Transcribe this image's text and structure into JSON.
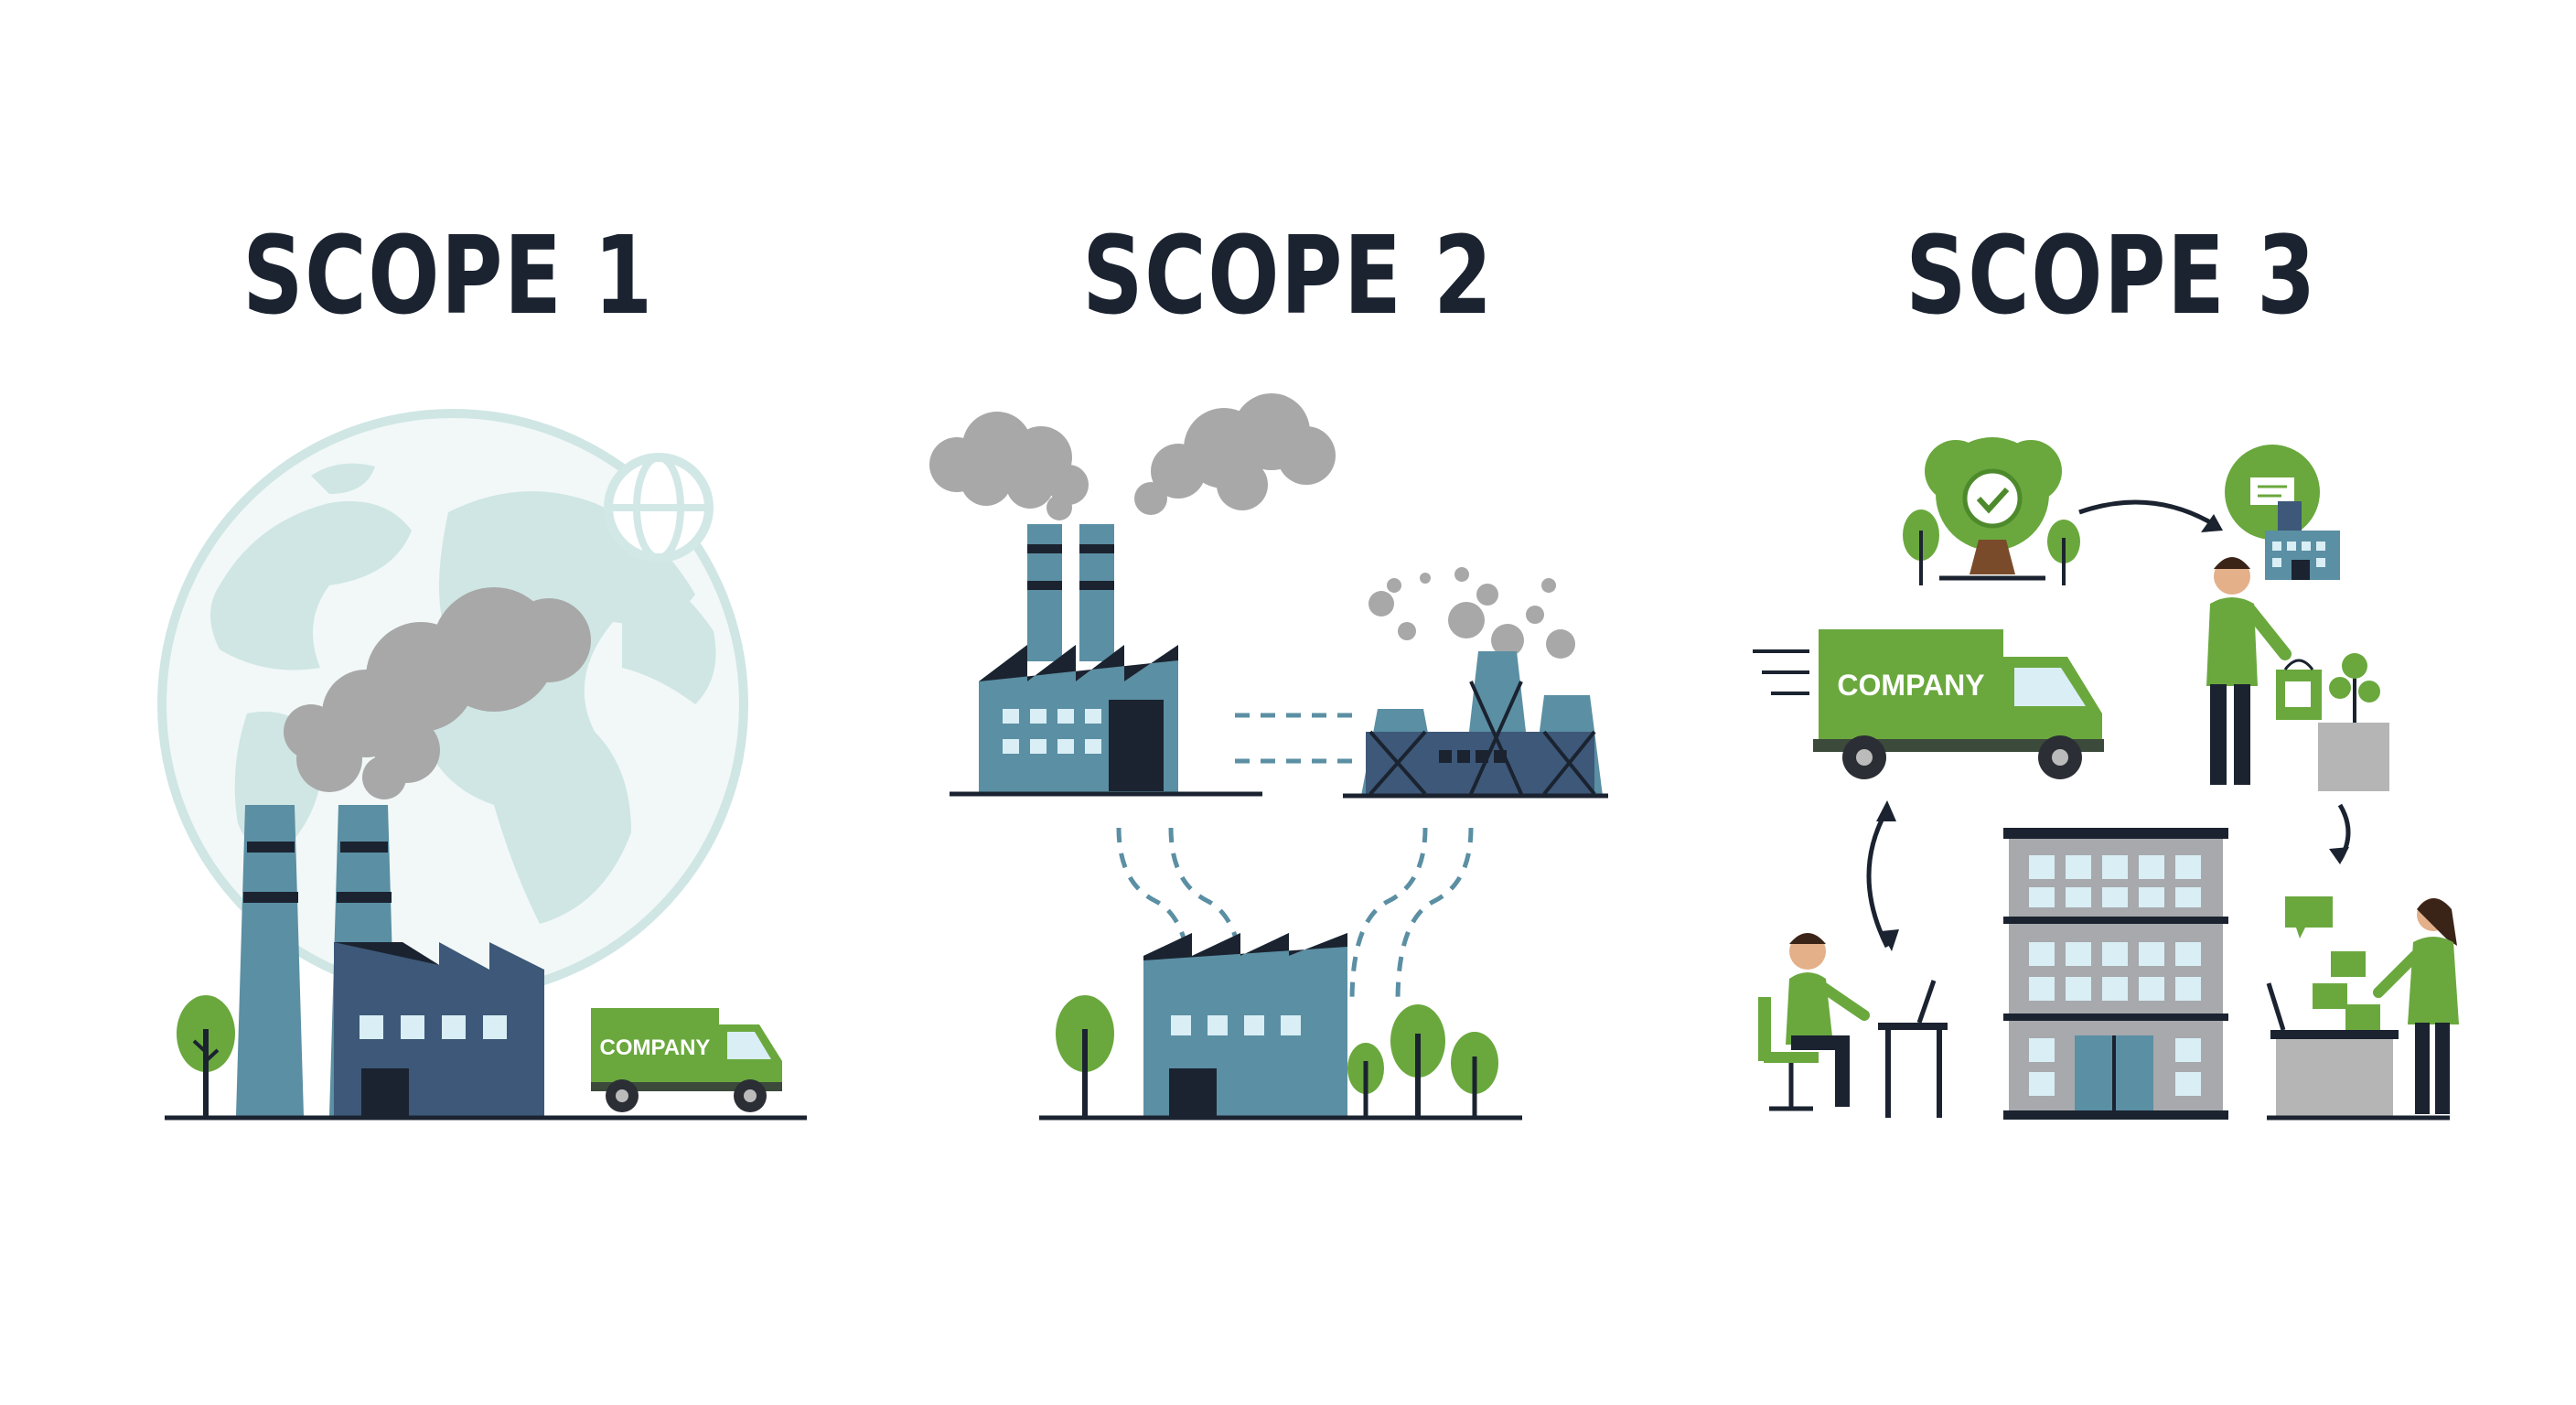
{
  "scopes": [
    {
      "title": "SCOPE 1",
      "truck_label": "COMPANY"
    },
    {
      "title": "SCOPE 2"
    },
    {
      "title": "SCOPE 3",
      "truck_label": "COMPANY"
    }
  ],
  "colors": {
    "title": "#1b2330",
    "factory_teal": "#5b8fa3",
    "factory_navy": "#3d5878",
    "green": "#6aa83e",
    "smoke": "#a8a8a8",
    "globe": "#cfe6e4",
    "ground": "#1b2330"
  }
}
